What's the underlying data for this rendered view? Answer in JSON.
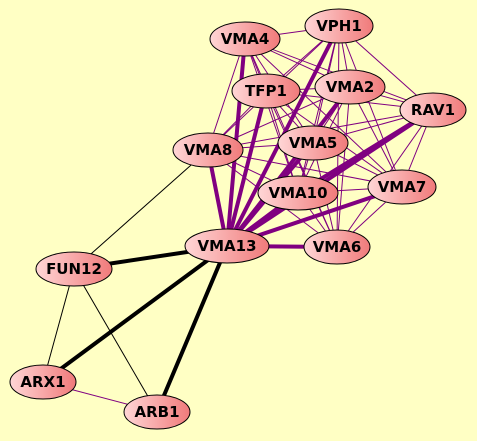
{
  "graph": {
    "colors": {
      "background": "#ffffc4",
      "node_fill_light": "#ffd6d6",
      "node_fill_dark": "#f07a7a",
      "node_stroke": "#000000",
      "edge_purple": "#800080",
      "edge_black": "#000000"
    },
    "nodes": [
      {
        "id": "VMA4",
        "label": "VMA4"
      },
      {
        "id": "VPH1",
        "label": "VPH1"
      },
      {
        "id": "TFP1",
        "label": "TFP1"
      },
      {
        "id": "VMA2",
        "label": "VMA2"
      },
      {
        "id": "RAV1",
        "label": "RAV1"
      },
      {
        "id": "VMA8",
        "label": "VMA8"
      },
      {
        "id": "VMA5",
        "label": "VMA5"
      },
      {
        "id": "VMA10",
        "label": "VMA10"
      },
      {
        "id": "VMA7",
        "label": "VMA7"
      },
      {
        "id": "VMA13",
        "label": "VMA13"
      },
      {
        "id": "VMA6",
        "label": "VMA6"
      },
      {
        "id": "FUN12",
        "label": "FUN12"
      },
      {
        "id": "ARX1",
        "label": "ARX1"
      },
      {
        "id": "ARB1",
        "label": "ARB1"
      }
    ],
    "edges": [
      {
        "source": "VMA13",
        "target": "FUN12",
        "color": "black",
        "weight": "thick"
      },
      {
        "source": "VMA13",
        "target": "ARX1",
        "color": "black",
        "weight": "thick"
      },
      {
        "source": "VMA13",
        "target": "ARB1",
        "color": "black",
        "weight": "thick"
      },
      {
        "source": "FUN12",
        "target": "ARX1",
        "color": "black",
        "weight": "thin"
      },
      {
        "source": "FUN12",
        "target": "ARB1",
        "color": "black",
        "weight": "thin"
      },
      {
        "source": "FUN12",
        "target": "VMA8",
        "color": "black",
        "weight": "thin"
      },
      {
        "source": "ARX1",
        "target": "ARB1",
        "color": "purple",
        "weight": "thin"
      },
      {
        "source": "VMA13",
        "target": "VMA4",
        "color": "purple",
        "weight": "thick"
      },
      {
        "source": "VMA13",
        "target": "VPH1",
        "color": "purple",
        "weight": "thick"
      },
      {
        "source": "VMA13",
        "target": "TFP1",
        "color": "purple",
        "weight": "thick"
      },
      {
        "source": "VMA13",
        "target": "VMA2",
        "color": "purple",
        "weight": "thick"
      },
      {
        "source": "VMA13",
        "target": "RAV1",
        "color": "purple",
        "weight": "thick"
      },
      {
        "source": "VMA13",
        "target": "VMA8",
        "color": "purple",
        "weight": "thick"
      },
      {
        "source": "VMA13",
        "target": "VMA5",
        "color": "purple",
        "weight": "thick"
      },
      {
        "source": "VMA13",
        "target": "VMA10",
        "color": "purple",
        "weight": "thick"
      },
      {
        "source": "VMA13",
        "target": "VMA7",
        "color": "purple",
        "weight": "thick"
      },
      {
        "source": "VMA13",
        "target": "VMA6",
        "color": "purple",
        "weight": "thick"
      },
      {
        "source": "VMA4",
        "target": "VPH1",
        "color": "purple",
        "weight": "thin"
      },
      {
        "source": "VMA4",
        "target": "TFP1",
        "color": "purple",
        "weight": "thin"
      },
      {
        "source": "VMA4",
        "target": "VMA2",
        "color": "purple",
        "weight": "thin"
      },
      {
        "source": "VMA4",
        "target": "RAV1",
        "color": "purple",
        "weight": "thin"
      },
      {
        "source": "VMA4",
        "target": "VMA8",
        "color": "purple",
        "weight": "thin"
      },
      {
        "source": "VMA4",
        "target": "VMA5",
        "color": "purple",
        "weight": "thin"
      },
      {
        "source": "VMA4",
        "target": "VMA10",
        "color": "purple",
        "weight": "thin"
      },
      {
        "source": "VMA4",
        "target": "VMA7",
        "color": "purple",
        "weight": "thin"
      },
      {
        "source": "VMA4",
        "target": "VMA6",
        "color": "purple",
        "weight": "thin"
      },
      {
        "source": "VPH1",
        "target": "TFP1",
        "color": "purple",
        "weight": "thin"
      },
      {
        "source": "VPH1",
        "target": "VMA2",
        "color": "purple",
        "weight": "thin"
      },
      {
        "source": "VPH1",
        "target": "RAV1",
        "color": "purple",
        "weight": "thin"
      },
      {
        "source": "VPH1",
        "target": "VMA8",
        "color": "purple",
        "weight": "thin"
      },
      {
        "source": "VPH1",
        "target": "VMA5",
        "color": "purple",
        "weight": "thin"
      },
      {
        "source": "VPH1",
        "target": "VMA10",
        "color": "purple",
        "weight": "thin"
      },
      {
        "source": "VPH1",
        "target": "VMA7",
        "color": "purple",
        "weight": "thin"
      },
      {
        "source": "VPH1",
        "target": "VMA6",
        "color": "purple",
        "weight": "thin"
      },
      {
        "source": "TFP1",
        "target": "VMA2",
        "color": "purple",
        "weight": "thin"
      },
      {
        "source": "TFP1",
        "target": "RAV1",
        "color": "purple",
        "weight": "thin"
      },
      {
        "source": "TFP1",
        "target": "VMA8",
        "color": "purple",
        "weight": "thin"
      },
      {
        "source": "TFP1",
        "target": "VMA5",
        "color": "purple",
        "weight": "thin"
      },
      {
        "source": "TFP1",
        "target": "VMA10",
        "color": "purple",
        "weight": "thin"
      },
      {
        "source": "TFP1",
        "target": "VMA7",
        "color": "purple",
        "weight": "thin"
      },
      {
        "source": "TFP1",
        "target": "VMA6",
        "color": "purple",
        "weight": "thin"
      },
      {
        "source": "VMA2",
        "target": "RAV1",
        "color": "purple",
        "weight": "thin"
      },
      {
        "source": "VMA2",
        "target": "VMA8",
        "color": "purple",
        "weight": "thin"
      },
      {
        "source": "VMA2",
        "target": "VMA5",
        "color": "purple",
        "weight": "thin"
      },
      {
        "source": "VMA2",
        "target": "VMA10",
        "color": "purple",
        "weight": "thin"
      },
      {
        "source": "VMA2",
        "target": "VMA7",
        "color": "purple",
        "weight": "thin"
      },
      {
        "source": "VMA2",
        "target": "VMA6",
        "color": "purple",
        "weight": "thin"
      },
      {
        "source": "RAV1",
        "target": "VMA8",
        "color": "purple",
        "weight": "thin"
      },
      {
        "source": "RAV1",
        "target": "VMA5",
        "color": "purple",
        "weight": "thin"
      },
      {
        "source": "RAV1",
        "target": "VMA10",
        "color": "purple",
        "weight": "thick"
      },
      {
        "source": "RAV1",
        "target": "VMA7",
        "color": "purple",
        "weight": "thin"
      },
      {
        "source": "RAV1",
        "target": "VMA6",
        "color": "purple",
        "weight": "thin"
      },
      {
        "source": "VMA8",
        "target": "VMA5",
        "color": "purple",
        "weight": "thin"
      },
      {
        "source": "VMA8",
        "target": "VMA10",
        "color": "purple",
        "weight": "thin"
      },
      {
        "source": "VMA8",
        "target": "VMA7",
        "color": "purple",
        "weight": "thin"
      },
      {
        "source": "VMA8",
        "target": "VMA6",
        "color": "purple",
        "weight": "thin"
      },
      {
        "source": "VMA5",
        "target": "VMA10",
        "color": "purple",
        "weight": "thin"
      },
      {
        "source": "VMA5",
        "target": "VMA7",
        "color": "purple",
        "weight": "thin"
      },
      {
        "source": "VMA5",
        "target": "VMA6",
        "color": "purple",
        "weight": "thin"
      },
      {
        "source": "VMA10",
        "target": "VMA7",
        "color": "purple",
        "weight": "thin"
      },
      {
        "source": "VMA10",
        "target": "VMA6",
        "color": "purple",
        "weight": "thin"
      },
      {
        "source": "VMA7",
        "target": "VMA6",
        "color": "purple",
        "weight": "thin"
      }
    ]
  }
}
